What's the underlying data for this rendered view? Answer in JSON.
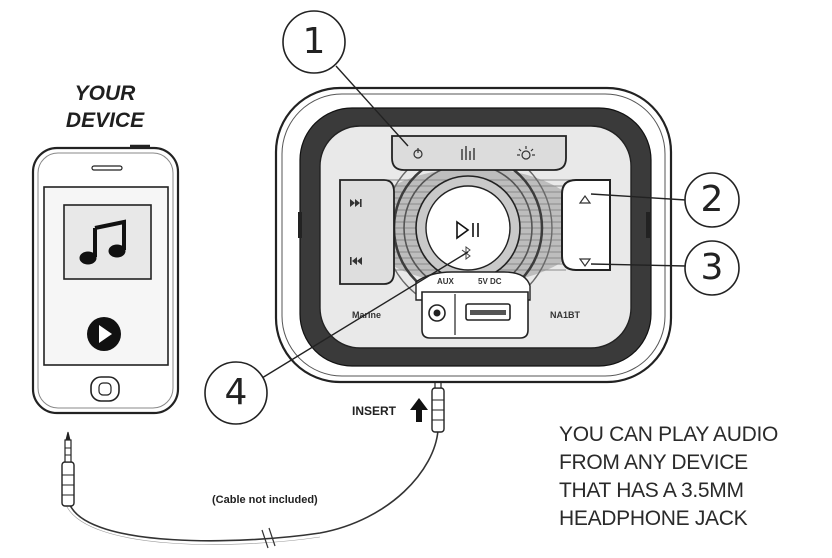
{
  "device": {
    "title_line1": "YOUR",
    "title_line2": "DEVICE"
  },
  "callouts": [
    {
      "number": "1"
    },
    {
      "number": "2"
    },
    {
      "number": "3"
    },
    {
      "number": "4"
    }
  ],
  "unit": {
    "port_labels": {
      "aux": "AUX",
      "dc": "5V DC"
    },
    "side_labels": {
      "left": "Marine",
      "right": "NA1BT"
    }
  },
  "insert_label": "INSERT",
  "cable_note": "(Cable not included)",
  "info_lines": [
    "YOU CAN PLAY AUDIO",
    "FROM ANY DEVICE",
    "THAT HAS A 3.5MM",
    "HEADPHONE JACK"
  ]
}
